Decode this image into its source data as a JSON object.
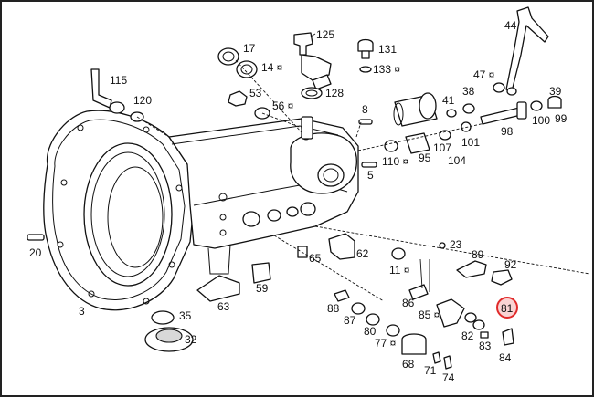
{
  "highlight": {
    "color": "#e02a2a",
    "fill": "#f6b5b5"
  },
  "callouts": [
    {
      "key": "c1",
      "text": "125"
    },
    {
      "key": "c2",
      "text": "131"
    },
    {
      "key": "c3",
      "text": "133 ¤"
    },
    {
      "key": "c4",
      "text": "44"
    },
    {
      "key": "c5",
      "text": "17"
    },
    {
      "key": "c6",
      "text": "14 ¤"
    },
    {
      "key": "c7",
      "text": "115"
    },
    {
      "key": "c8",
      "text": "120"
    },
    {
      "key": "c9",
      "text": "53"
    },
    {
      "key": "c10",
      "text": "56 ¤"
    },
    {
      "key": "c11",
      "text": "128"
    },
    {
      "key": "c12",
      "text": "47 ¤"
    },
    {
      "key": "c13",
      "text": "41"
    },
    {
      "key": "c14",
      "text": "38"
    },
    {
      "key": "c15",
      "text": "8"
    },
    {
      "key": "c16",
      "text": "39"
    },
    {
      "key": "c17",
      "text": "100"
    },
    {
      "key": "c18",
      "text": "99"
    },
    {
      "key": "c19",
      "text": "98"
    },
    {
      "key": "c20",
      "text": "107"
    },
    {
      "key": "c21",
      "text": "101"
    },
    {
      "key": "c22",
      "text": "110 ¤"
    },
    {
      "key": "c23",
      "text": "95"
    },
    {
      "key": "c24",
      "text": "104"
    },
    {
      "key": "c25",
      "text": "5"
    },
    {
      "key": "c26",
      "text": "23"
    },
    {
      "key": "c27",
      "text": "89"
    },
    {
      "key": "c28",
      "text": "92"
    },
    {
      "key": "c29",
      "text": "20"
    },
    {
      "key": "c30",
      "text": "62"
    },
    {
      "key": "c31",
      "text": "65"
    },
    {
      "key": "c32",
      "text": "11 ¤"
    },
    {
      "key": "c33",
      "text": "59"
    },
    {
      "key": "c34",
      "text": "86"
    },
    {
      "key": "c35",
      "text": "81"
    },
    {
      "key": "c36",
      "text": "3"
    },
    {
      "key": "c37",
      "text": "63"
    },
    {
      "key": "c38",
      "text": "88"
    },
    {
      "key": "c39",
      "text": "85 ¤"
    },
    {
      "key": "c40",
      "text": "87"
    },
    {
      "key": "c41",
      "text": "35"
    },
    {
      "key": "c42",
      "text": "82"
    },
    {
      "key": "c43",
      "text": "83"
    },
    {
      "key": "c44",
      "text": "80"
    },
    {
      "key": "c45",
      "text": "32"
    },
    {
      "key": "c46",
      "text": "77 ¤"
    },
    {
      "key": "c47",
      "text": "84"
    },
    {
      "key": "c48",
      "text": "68"
    },
    {
      "key": "c49",
      "text": "71"
    },
    {
      "key": "c50",
      "text": "74"
    }
  ]
}
